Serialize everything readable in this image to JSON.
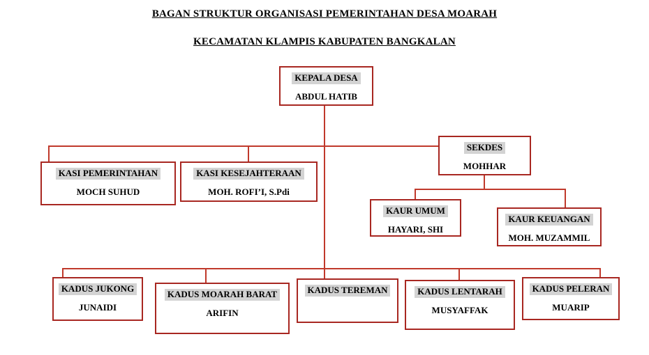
{
  "heading": {
    "line1": "BAGAN STRUKTUR ORGANISASI PEMERINTAHAN DESA MOARAH",
    "line2": "KECAMATAN KLAMPIS KABUPATEN BANGKALAN"
  },
  "nodes": {
    "kepala_desa": {
      "title": "KEPALA DESA",
      "name": "ABDUL HATIB"
    },
    "kasi_pemerintahan": {
      "title": "KASI PEMERINTAHAN",
      "name": "MOCH SUHUD"
    },
    "kasi_kesejahteraan": {
      "title": "KASI KESEJAHTERAAN",
      "name": "MOH. ROFI’I, S.Pdi"
    },
    "sekdes": {
      "title": "SEKDES",
      "name": "MOHHAR"
    },
    "kaur_umum": {
      "title": "KAUR UMUM",
      "name": "HAYARI, SHI"
    },
    "kaur_keuangan": {
      "title": "KAUR KEUANGAN",
      "name": "MOH. MUZAMMIL"
    },
    "kadus_jukong": {
      "title": "KADUS JUKONG",
      "name": "JUNAIDI"
    },
    "kadus_moarah_barat": {
      "title": "KADUS MOARAH BARAT",
      "name": "ARIFIN"
    },
    "kadus_tereman": {
      "title": "KADUS TEREMAN",
      "name": ""
    },
    "kadus_lentarah": {
      "title": "KADUS LENTARAH",
      "name": "MUSYAFFAK"
    },
    "kadus_peleran": {
      "title": "KADUS PELERAN",
      "name": "MUARIP"
    }
  },
  "colors": {
    "border_color": "#a82721",
    "line_color": "#c0392b",
    "highlight_color": "#d3d3d3"
  }
}
